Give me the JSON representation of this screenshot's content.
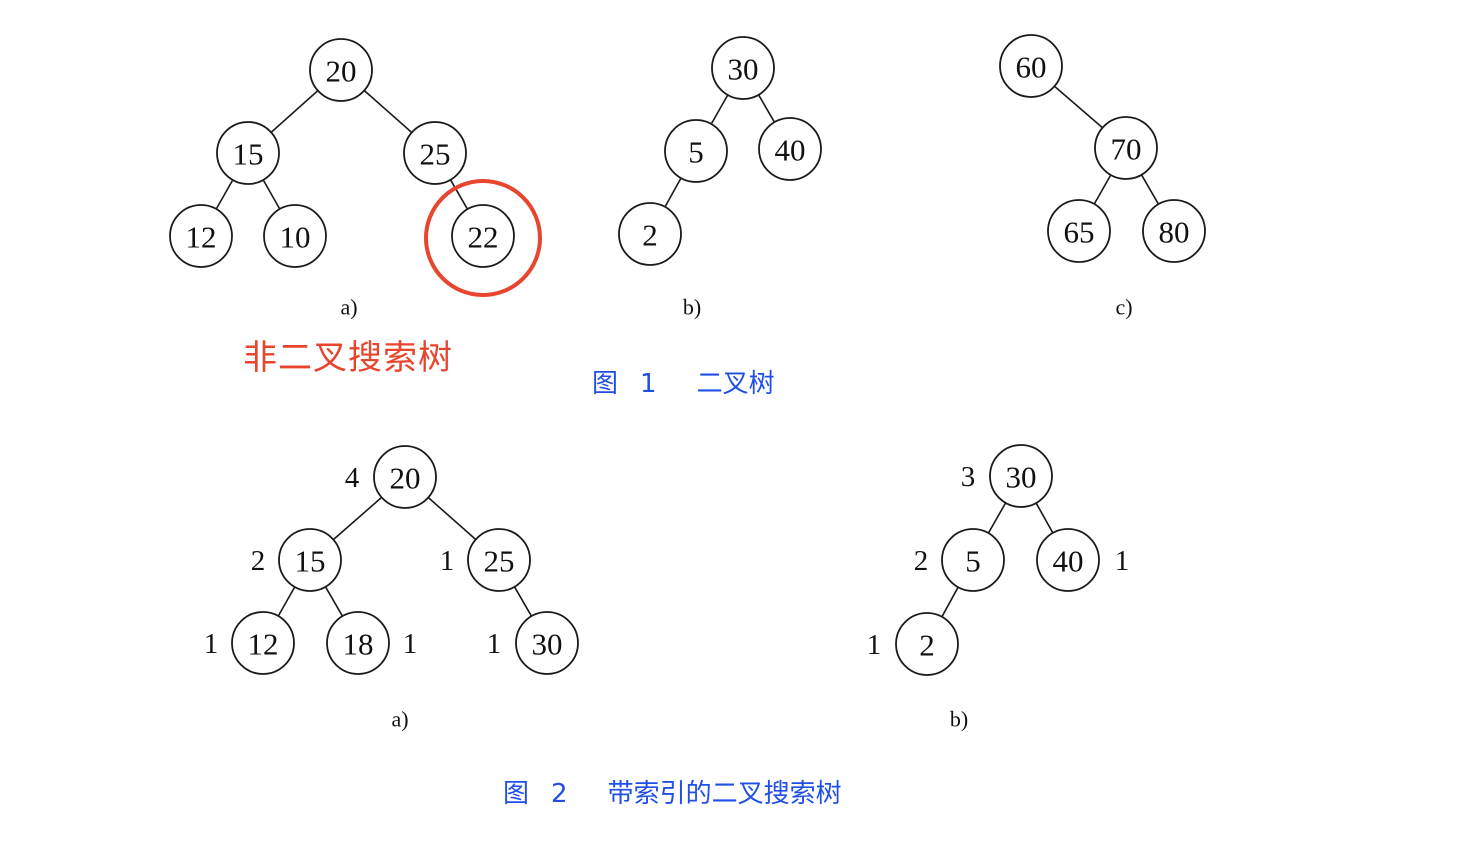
{
  "colors": {
    "highlight": "#e8452f",
    "caption": "#1f4fe6",
    "ink": "#1a1a1a"
  },
  "annotation": {
    "note": "非二叉搜索树",
    "highlighted_node": "22"
  },
  "figure1": {
    "caption_prefix": "图",
    "caption_number": "1",
    "caption_title": "二叉树",
    "subfigures": [
      {
        "label": "a)",
        "nodes": [
          {
            "id": "n20",
            "value": "20"
          },
          {
            "id": "n15",
            "value": "15"
          },
          {
            "id": "n25",
            "value": "25"
          },
          {
            "id": "n12",
            "value": "12"
          },
          {
            "id": "n10",
            "value": "10"
          },
          {
            "id": "n22",
            "value": "22"
          }
        ],
        "edges": [
          [
            "n20",
            "n15"
          ],
          [
            "n20",
            "n25"
          ],
          [
            "n15",
            "n12"
          ],
          [
            "n15",
            "n10"
          ],
          [
            "n25",
            "n22"
          ]
        ]
      },
      {
        "label": "b)",
        "nodes": [
          {
            "id": "n30",
            "value": "30"
          },
          {
            "id": "n5",
            "value": "5"
          },
          {
            "id": "n40",
            "value": "40"
          },
          {
            "id": "n2",
            "value": "2"
          }
        ],
        "edges": [
          [
            "n30",
            "n5"
          ],
          [
            "n30",
            "n40"
          ],
          [
            "n5",
            "n2"
          ]
        ]
      },
      {
        "label": "c)",
        "nodes": [
          {
            "id": "n60",
            "value": "60"
          },
          {
            "id": "n70",
            "value": "70"
          },
          {
            "id": "n65",
            "value": "65"
          },
          {
            "id": "n80",
            "value": "80"
          }
        ],
        "edges": [
          [
            "n60",
            "n70"
          ],
          [
            "n70",
            "n65"
          ],
          [
            "n70",
            "n80"
          ]
        ]
      }
    ]
  },
  "figure2": {
    "caption_prefix": "图",
    "caption_number": "2",
    "caption_title": "带索引的二叉搜索树",
    "subfigures": [
      {
        "label": "a)",
        "nodes": [
          {
            "id": "m20",
            "value": "20",
            "index": "4"
          },
          {
            "id": "m15",
            "value": "15",
            "index": "2"
          },
          {
            "id": "m25",
            "value": "25",
            "index": "1"
          },
          {
            "id": "m12",
            "value": "12",
            "index": "1"
          },
          {
            "id": "m18",
            "value": "18",
            "index": "1"
          },
          {
            "id": "m30",
            "value": "30",
            "index": "1"
          }
        ],
        "edges": [
          [
            "m20",
            "m15"
          ],
          [
            "m20",
            "m25"
          ],
          [
            "m15",
            "m12"
          ],
          [
            "m15",
            "m18"
          ],
          [
            "m25",
            "m30"
          ]
        ]
      },
      {
        "label": "b)",
        "nodes": [
          {
            "id": "k30",
            "value": "30",
            "index": "3"
          },
          {
            "id": "k5",
            "value": "5",
            "index": "2"
          },
          {
            "id": "k40",
            "value": "40",
            "index": "1"
          },
          {
            "id": "k2",
            "value": "2",
            "index": "1"
          }
        ],
        "edges": [
          [
            "k30",
            "k5"
          ],
          [
            "k30",
            "k40"
          ],
          [
            "k5",
            "k2"
          ]
        ]
      }
    ]
  }
}
